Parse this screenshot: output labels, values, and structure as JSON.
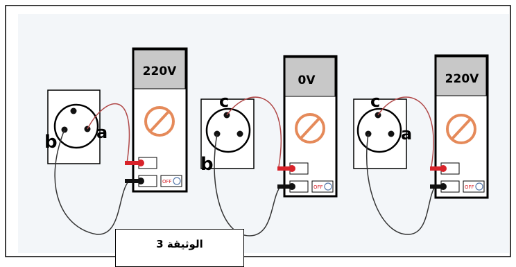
{
  "caption": "الوثيقة 3",
  "setups": [
    {
      "reading": "220V",
      "labels": {
        "top": "",
        "left": "b",
        "right": "a"
      }
    },
    {
      "reading": "0V",
      "labels": {
        "top": "c",
        "left": "b",
        "right": ""
      }
    },
    {
      "reading": "220V",
      "labels": {
        "top": "c",
        "left": "",
        "right": "a"
      }
    }
  ],
  "switch_label": "OFF",
  "colors": {
    "probe_red": "#d8232a",
    "probe_black": "#111111",
    "wire_red": "#b04848",
    "wire_black": "#333333",
    "dial_orange": "#e58a5a",
    "display_bg": "#c8c8c8",
    "backdrop": "#f3f6f9"
  }
}
